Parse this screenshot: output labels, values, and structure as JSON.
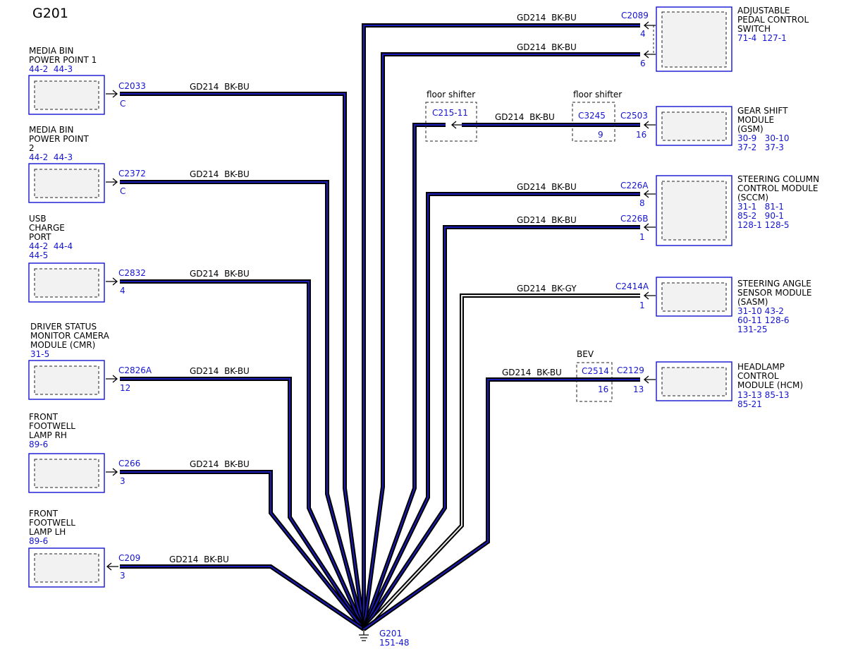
{
  "title": "G201",
  "ground": {
    "name": "G201",
    "ref": "151-48"
  },
  "left_components": [
    {
      "name_lines": [
        "MEDIA BIN",
        "POWER POINT 1"
      ],
      "refs": [
        "44-2  44-3"
      ],
      "connector": "C2033",
      "pin": "C",
      "wire": "GD214  BK-BU"
    },
    {
      "name_lines": [
        "MEDIA BIN",
        "POWER POINT",
        "2"
      ],
      "refs": [
        "44-2  44-3"
      ],
      "connector": "C2372",
      "pin": "C",
      "wire": "GD214  BK-BU"
    },
    {
      "name_lines": [
        "USB",
        "CHARGE",
        "PORT"
      ],
      "refs": [
        "44-2  44-4",
        "44-5"
      ],
      "connector": "C2832",
      "pin": "4",
      "wire": "GD214  BK-BU"
    },
    {
      "name_lines": [
        "DRIVER STATUS",
        "MONITOR CAMERA",
        "MODULE (CMR)"
      ],
      "refs": [
        "31-5"
      ],
      "connector": "C2826A",
      "pin": "12",
      "wire": "GD214  BK-BU"
    },
    {
      "name_lines": [
        "FRONT",
        "FOOTWELL",
        "LAMP RH"
      ],
      "refs": [
        "89-6"
      ],
      "connector": "C266",
      "pin": "3",
      "wire": "GD214  BK-BU"
    },
    {
      "name_lines": [
        "FRONT",
        "FOOTWELL",
        "LAMP LH"
      ],
      "refs": [
        "89-6"
      ],
      "connector": "C209",
      "pin": "3",
      "wire": "GD214  BK-BU"
    }
  ],
  "right_components": [
    {
      "name_lines": [
        "ADJUSTABLE",
        "PEDAL CONTROL",
        "SWITCH"
      ],
      "refs": [
        "71-4  127-1"
      ],
      "circuits": [
        {
          "connector": "C2089",
          "pin": "4",
          "wire": "GD214  BK-BU"
        },
        {
          "connector": "",
          "pin": "6",
          "wire": "GD214  BK-BU"
        }
      ]
    },
    {
      "name_lines": [
        "GEAR SHIFT",
        "MODULE",
        "(GSM)"
      ],
      "refs": [
        "30-9   30-10",
        "37-2   37-3"
      ],
      "circuits": [
        {
          "connector": "C2503",
          "pin": "16",
          "wire": "GD214  BK-BU"
        }
      ]
    },
    {
      "name_lines": [
        "STEERING COLUMN",
        "CONTROL MODULE",
        "(SCCM)"
      ],
      "refs": [
        "31-1   81-1",
        "85-2   90-1",
        "128-1 128-5"
      ],
      "circuits": [
        {
          "connector": "C226A",
          "pin": "8",
          "wire": "GD214  BK-BU"
        },
        {
          "connector": "C226B",
          "pin": "1",
          "wire": "GD214  BK-BU"
        }
      ]
    },
    {
      "name_lines": [
        "STEERING ANGLE",
        "SENSOR MODULE",
        "(SASM)"
      ],
      "refs": [
        "31-10 43-2",
        "60-11 128-6",
        "131-25"
      ],
      "circuits": [
        {
          "connector": "C2414A",
          "pin": "1",
          "wire": "GD214  BK-GY"
        }
      ]
    },
    {
      "name_lines": [
        "HEADLAMP",
        "CONTROL",
        "MODULE (HCM)"
      ],
      "refs": [
        "13-13 85-13",
        "85-21"
      ],
      "circuits": [
        {
          "connector": "C2129",
          "pin": "13",
          "wire": "GD214  BK-BU"
        }
      ]
    }
  ],
  "inline_connectors": [
    {
      "label": "floor shifter",
      "connector": "C215-11",
      "pin": ""
    },
    {
      "label": "floor shifter",
      "connector": "C3245",
      "pin": "9"
    },
    {
      "label": "BEV",
      "connector": "C2514",
      "pin": "16"
    }
  ],
  "colors": {
    "wire_fill": "#1b1bb5",
    "wire_gray_fill": "#e8e8e8",
    "ref_text": "#1414d2",
    "box": "#1414d2"
  }
}
